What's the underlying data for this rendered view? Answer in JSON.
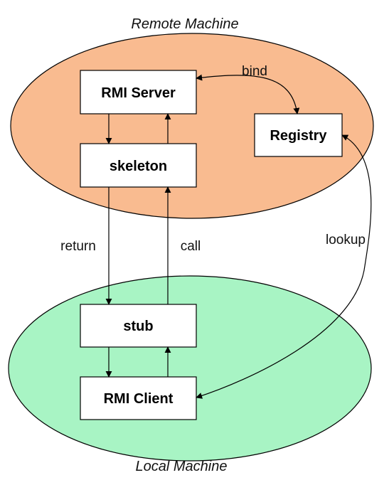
{
  "regions": {
    "remote": {
      "label": "Remote Machine",
      "color": "#f9bb90"
    },
    "local": {
      "label": "Local Machine",
      "color": "#a8f4c4"
    }
  },
  "nodes": {
    "rmi_server": "RMI Server",
    "skeleton": "skeleton",
    "registry": "Registry",
    "stub": "stub",
    "rmi_client": "RMI Client"
  },
  "edges": {
    "bind": "bind",
    "return": "return",
    "call": "call",
    "lookup": "lookup"
  }
}
